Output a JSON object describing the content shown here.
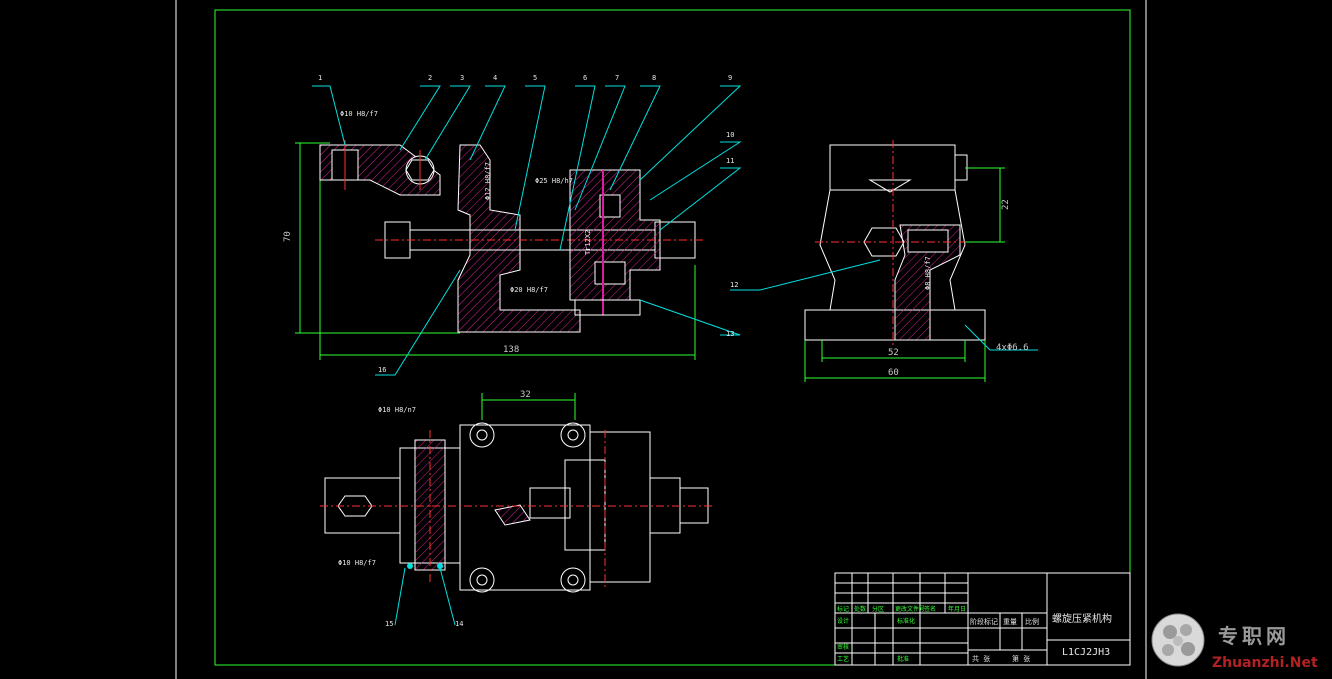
{
  "drawing": {
    "front_view": {
      "part_numbers": [
        "1",
        "2",
        "3",
        "4",
        "5",
        "6",
        "7",
        "8",
        "9",
        "10",
        "11",
        "12",
        "13",
        "16"
      ],
      "dimensions": {
        "overall_length": "138",
        "height": "70",
        "fit_top": "Φ10 H8/f7",
        "fit_bore": "Φ12 H8/f7",
        "fit_25": "Φ25 H8/h7",
        "fit_20": "Φ20 H8/f7",
        "thread": "Tr12X2"
      }
    },
    "side_view": {
      "dimensions": {
        "width_52": "52",
        "width_60": "60",
        "height_22": "22",
        "holes": "4xΦ6.6",
        "fit_side": "Φ8 H8/f7"
      }
    },
    "top_view": {
      "part_numbers": [
        "15",
        "14"
      ],
      "dimensions": {
        "spacing": "32",
        "fit_top": "Φ10 H8/n7",
        "fit_bottom": "Φ10 H8/f7"
      }
    },
    "title_block": {
      "drawing_name": "螺旋压紧机构",
      "drawing_code": "L1CJ2JH3",
      "labels": {
        "design": "设计",
        "standard": "标准化",
        "stage_mark": "阶段标记",
        "weight": "重量",
        "scale": "比例",
        "sheet_total": "共 张",
        "sheet_no": "第 张",
        "review": "审核",
        "process": "工艺",
        "approve": "批准",
        "mark": "标记",
        "count": "处数",
        "zone": "分区",
        "change_doc": "更改文件号",
        "sign": "签名",
        "date": "年月日"
      }
    },
    "watermark": {
      "cn": "专职网",
      "en": "Zhuanzhi.Net"
    },
    "colors": {
      "frame": "#2fff2f",
      "outline": "#ffffff",
      "hatch": "#d8209c",
      "center": "#ff3030",
      "leader": "#00e0e0",
      "dimension": "#2fff2f",
      "background": "#000000"
    }
  }
}
